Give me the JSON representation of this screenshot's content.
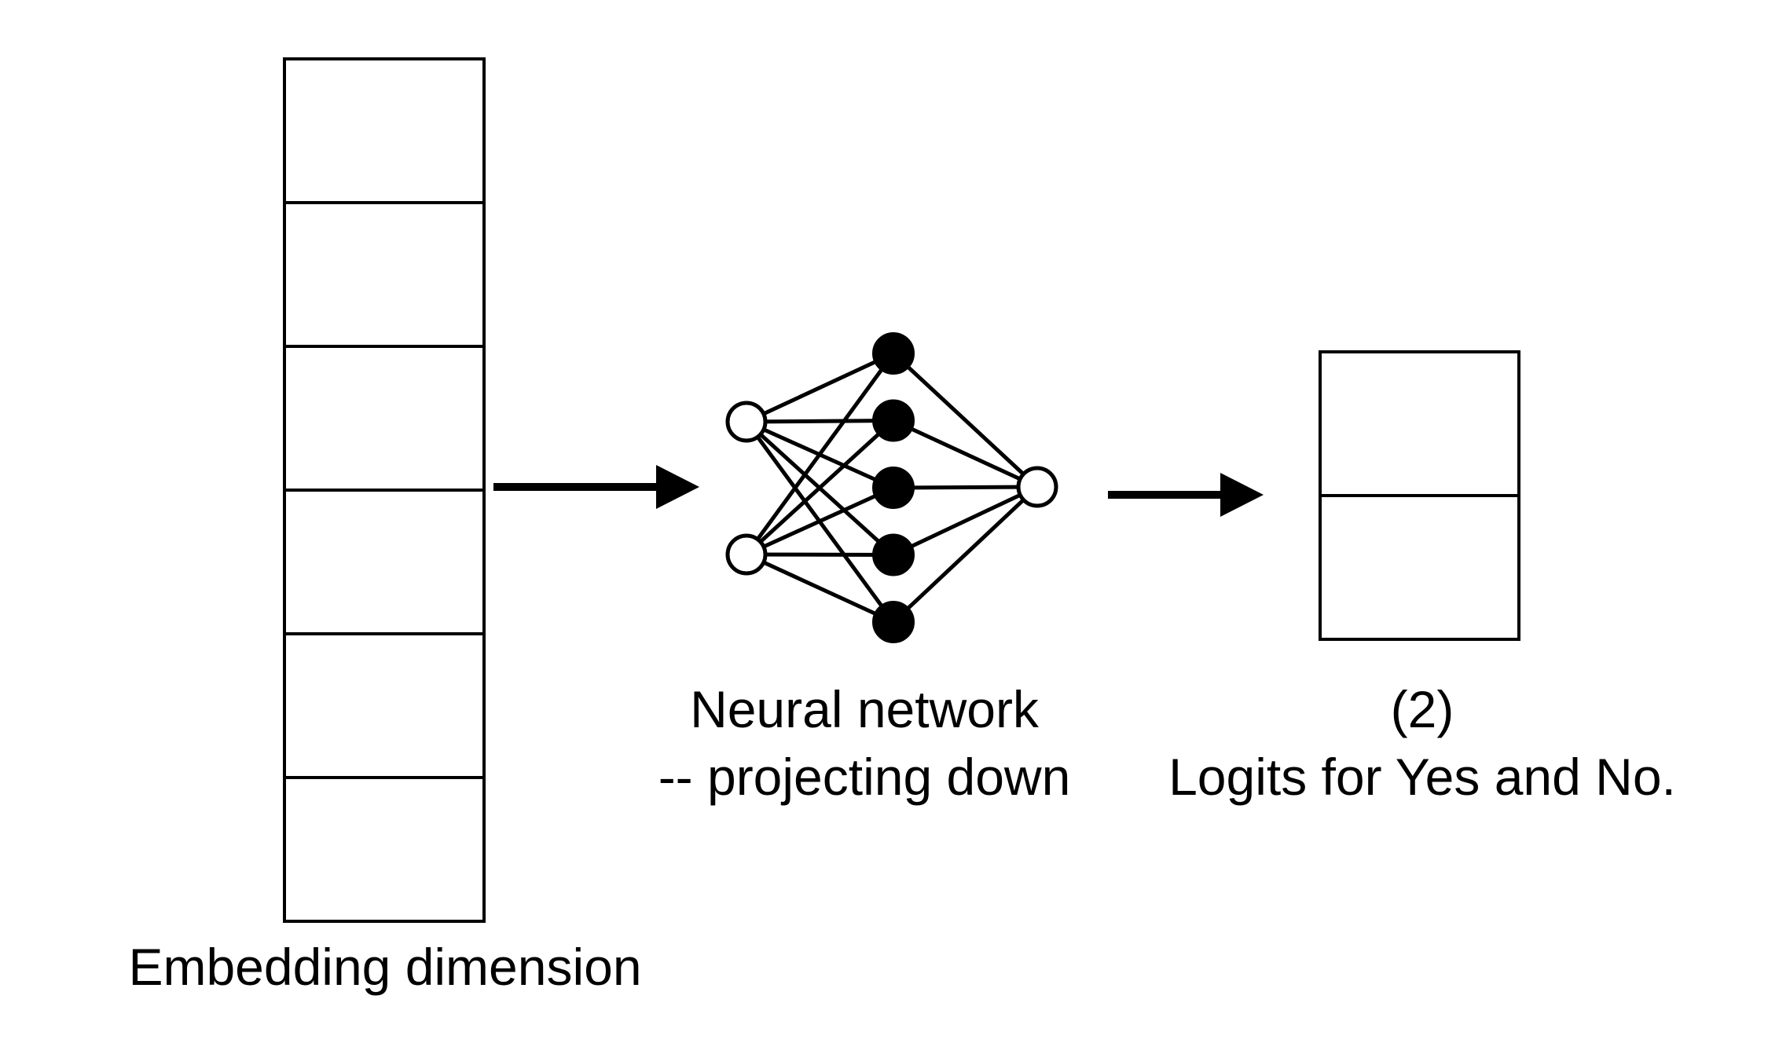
{
  "embedding": {
    "label": "Embedding dimension",
    "cell_count": 6
  },
  "network": {
    "label_lines": [
      "Neural network",
      "-- projecting down"
    ],
    "input_nodes": 2,
    "hidden_nodes": 5,
    "output_nodes": 1
  },
  "logits": {
    "label_lines": [
      "(2)",
      "Logits for Yes and No."
    ],
    "cell_count": 2
  },
  "colors": {
    "stroke": "#000000",
    "background": "#ffffff"
  }
}
